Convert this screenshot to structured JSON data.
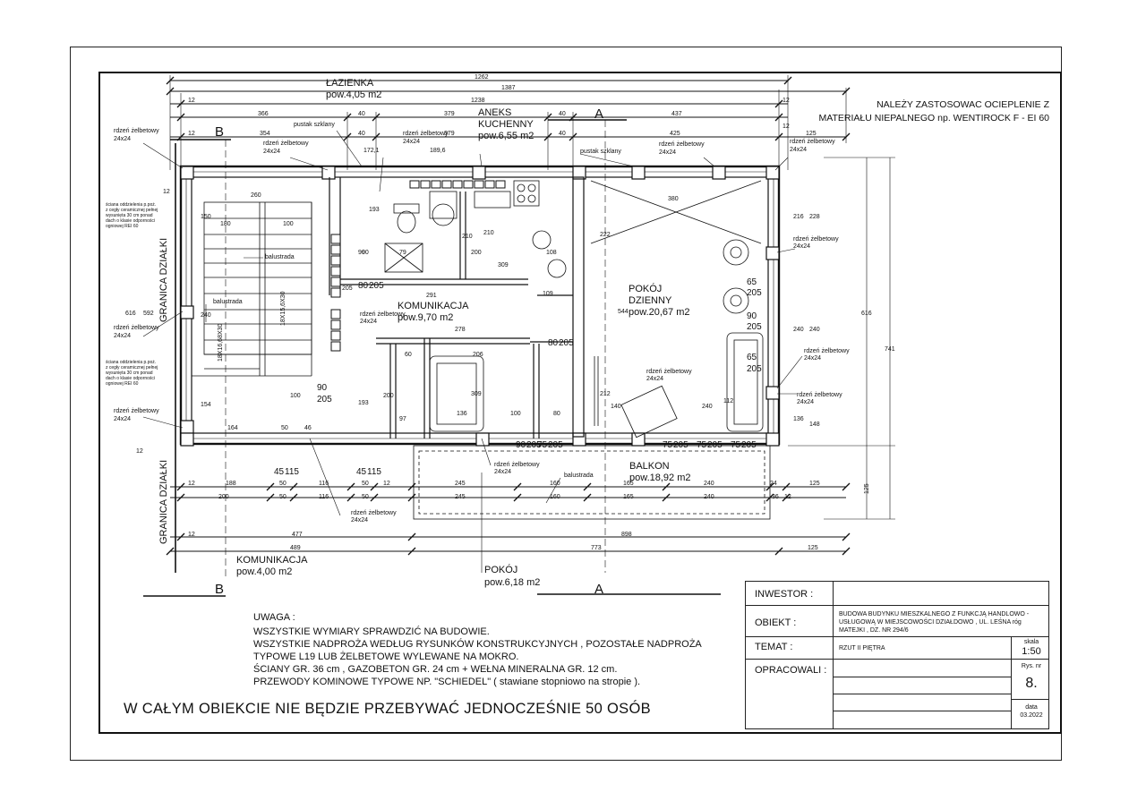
{
  "insulation_note": [
    "NALEŻY ZASTOSOWAC  OCIEPLENIE Z",
    "MATERIAŁU NIEPALNEGO np. WENTIROCK F - EI 60"
  ],
  "rooms": {
    "lazienka": {
      "name": "ŁAZIENKA",
      "area": "pow.4,05 m2"
    },
    "aneks": {
      "name1": "ANEKS",
      "name2": "KUCHENNY",
      "area": "pow.6,55 m2"
    },
    "komunikacja_main": {
      "name": "KOMUNIKACJA",
      "area": "pow.9,70 m2"
    },
    "pokoj_dzienny": {
      "name1": "POKÓJ",
      "name2": "DZIENNY",
      "area": "pow.20,67 m2"
    },
    "balkon": {
      "name": "BALKON",
      "area": "pow.18,92 m2"
    },
    "komunikacja_small": {
      "name": "KOMUNIKACJA",
      "area": "pow.4,00 m2"
    },
    "pokoj": {
      "name": "POKÓJ",
      "area": "pow.6,18 m2"
    }
  },
  "labels": {
    "rdzen": "rdzeń żelbetowy",
    "rdzen_size": "24x24",
    "pustak": "pustak szklany",
    "balustrada": "balustrada",
    "granica": "GRANICA DZIAŁKI",
    "section_a": "A",
    "section_b": "B",
    "wall_note_1": "ściana oddzielenia p.poż. z cegły ceramicznej pełnej wysunięta 30 cm ponad dach o klasie odporności ogniowej REI 60"
  },
  "dims": {
    "top": [
      "1262",
      "1387",
      "1238",
      "12",
      "366",
      "40",
      "379",
      "40",
      "437",
      "12",
      "12",
      "354",
      "40",
      "379",
      "40",
      "425",
      "125",
      "12"
    ],
    "interior": [
      "172,1",
      "189,6",
      "260",
      "193",
      "210",
      "380",
      "180",
      "100",
      "150",
      "90",
      "79",
      "200",
      "309",
      "108",
      "291",
      "109",
      "278",
      "206",
      "309",
      "136",
      "100",
      "80",
      "164",
      "50",
      "46",
      "193",
      "90",
      "60",
      "240",
      "205",
      "544",
      "222",
      "212",
      "140",
      "240",
      "112",
      "97",
      "210",
      "200",
      "100",
      "154",
      "616",
      "592",
      "741",
      "616",
      "228",
      "216",
      "240",
      "240",
      "148",
      "136"
    ],
    "door": [
      "90",
      "205",
      "80",
      "205",
      "65",
      "205",
      "90",
      "205",
      "65",
      "205",
      "45",
      "115",
      "45",
      "115",
      "90",
      "205",
      "75",
      "205",
      "75",
      "205",
      "75",
      "205",
      "80",
      "205",
      "75",
      "205"
    ],
    "bottom_row1": [
      "12",
      "188",
      "50",
      "116",
      "50",
      "12",
      "245",
      "160",
      "165",
      "240",
      "24",
      "125"
    ],
    "bottom_row2": [
      "200",
      "50",
      "116",
      "50",
      "245",
      "160",
      "165",
      "240",
      "36",
      "12"
    ],
    "bottom_row3": [
      "12",
      "477",
      "898"
    ],
    "bottom_row4": [
      "489",
      "773",
      "125"
    ],
    "side": [
      "12",
      "12",
      "125"
    ],
    "stair": [
      "18X15,6X30",
      "18X16,68X30"
    ]
  },
  "notes": {
    "title": "UWAGA :",
    "lines": [
      "WSZYSTKIE WYMIARY SPRAWDZIĆ NA BUDOWIE.",
      "WSZYSTKIE  NADPROŻA WEDŁUG RYSUNKÓW KONSTRUKCYJNYCH , POZOSTAŁE NADPROŻA",
      "TYPOWE L19 LUB ŻELBETOWE WYLEWANE NA MOKRO.",
      "ŚCIANY GR. 36 cm , GAZOBETON GR. 24 cm + WEŁNA MINERALNA GR. 12 cm.",
      "PRZEWODY KOMINOWE TYPOWE NP. \"SCHIEDEL\" ( stawiane stopniowo na stropie )."
    ]
  },
  "warning": "W CAŁYM OBIEKCIE NIE BĘDZIE PRZEBYWAĆ JEDNOCZEŚNIE 50 OSÓB",
  "title_block": {
    "investor_label": "INWESTOR :",
    "investor_value": "",
    "object_label": "OBIEKT :",
    "object_value": [
      "BUDOWA BUDYNKU MIESZKALNEGO  Z FUNKCJĄ HANDLOWO -",
      "USŁUGOWĄ W MIEJSCOWOŚCI  DZIAŁDOWO , UL. LEŚNA róg",
      "MATEJKI , DZ. NR 294/6"
    ],
    "topic_label": "TEMAT :",
    "topic_value": "RZUT II PIĘTRA",
    "scale_label": "skala",
    "scale_value": "1:50",
    "prepared_label": "OPRACOWALI :",
    "sheet_label": "Rys. nr",
    "sheet_value": "8.",
    "date_label": "data",
    "date_value": "03.2022"
  }
}
